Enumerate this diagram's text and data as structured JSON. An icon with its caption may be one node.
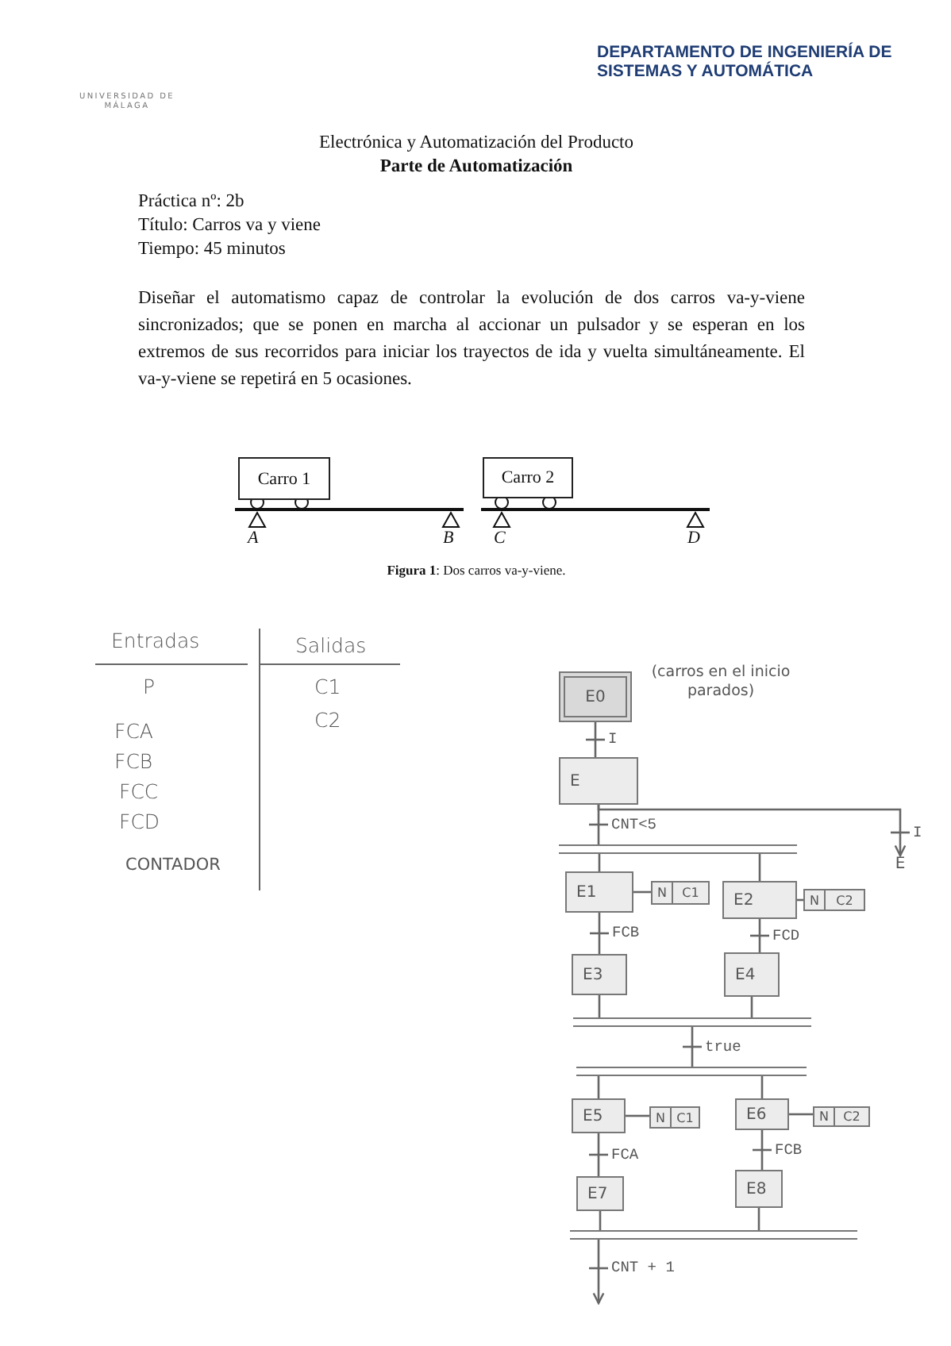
{
  "diagram": {
    "title": "Electrónica y Automatización del Producto",
    "nodes": [
      {
        "text": [
          "Carro 1"
        ]
      },
      {
        "text": [
          "Carro 2"
        ]
      },
      {
        "text": [
          "E0"
        ],
        "beside": [
          "(carros en el inicio parados)"
        ]
      },
      {
        "text": [
          "E"
        ]
      },
      {
        "text": [],
        "shape": "bar"
      },
      {
        "text": [
          "E"
        ]
      },
      {
        "text": [
          "E1"
        ]
      },
      {
        "text": [
          "N",
          "C1"
        ]
      },
      {
        "text": [
          "E2"
        ]
      },
      {
        "text": [
          "N",
          "C2"
        ]
      },
      {
        "text": [
          "E3"
        ]
      },
      {
        "text": [
          "E4"
        ]
      },
      {
        "text": [],
        "shape": "bar"
      },
      {
        "text": [],
        "shape": "bar"
      },
      {
        "text": [
          "E5"
        ]
      },
      {
        "text": [
          "N",
          "C1"
        ]
      },
      {
        "text": [
          "E6"
        ]
      },
      {
        "text": [
          "N",
          "C2"
        ]
      },
      {
        "text": [
          "E7"
        ]
      },
      {
        "text": [
          "E8"
        ]
      },
      {
        "text": [],
        "shape": "bar"
      }
    ],
    "edges": [
      {
        "from": 2,
        "to": 3,
        "arrow": "none",
        "label": "I"
      },
      {
        "from": 3,
        "to": 4,
        "arrow": "none",
        "label": "CNT<5"
      },
      {
        "from": 3,
        "to": 5,
        "arrow": "to",
        "label": "I"
      },
      {
        "from": 4,
        "to": 6,
        "arrow": "none"
      },
      {
        "from": 4,
        "to": 8,
        "arrow": "none"
      },
      {
        "from": 6,
        "to": 7,
        "arrow": "none"
      },
      {
        "from": 8,
        "to": 9,
        "arrow": "none"
      },
      {
        "from": 6,
        "to": 10,
        "arrow": "none",
        "label": "FCB"
      },
      {
        "from": 8,
        "to": 11,
        "arrow": "none",
        "label": "FCD"
      },
      {
        "from": 10,
        "to": 12,
        "arrow": "none"
      },
      {
        "from": 11,
        "to": 12,
        "arrow": "none"
      },
      {
        "from": 12,
        "to": 13,
        "arrow": "none",
        "label": "true"
      },
      {
        "from": 13,
        "to": 14,
        "arrow": "none"
      },
      {
        "from": 13,
        "to": 16,
        "arrow": "none"
      },
      {
        "from": 14,
        "to": 15,
        "arrow": "none"
      },
      {
        "from": 16,
        "to": 17,
        "arrow": "none"
      },
      {
        "from": 14,
        "to": 18,
        "arrow": "none",
        "label": "FCA"
      },
      {
        "from": 16,
        "to": 19,
        "arrow": "none",
        "label": "FCB"
      },
      {
        "from": 18,
        "to": 20,
        "arrow": "none"
      },
      {
        "from": 19,
        "to": 20,
        "arrow": "none"
      },
      {
        "from": 20,
        "to": null,
        "arrow": "to",
        "label": "CNT + 1"
      }
    ],
    "labels": [
      "UNIVERSIDAD DE MÁLAGA",
      "DEPARTAMENTO DE INGENIERÍA DE SISTEMAS Y AUTOMÁTICA",
      "Parte de Automatización",
      "Práctica nº: 2b",
      "Título: Carros va y viene",
      "Tiempo: 45 minutos",
      "Diseñar el automatismo capaz de controlar la evolución de dos carros va-y-viene sincronizados; que se ponen en marcha al accionar un pulsador y se esperan en los extremos de sus recorridos para iniciar los trayectos de ida y vuelta simultáneamente. El va-y-viene se repetirá en 5 ocasiones.",
      "A",
      "B",
      "C",
      "D",
      "**Figura 1**: Dos carros va-y-viene.",
      "Entradas",
      "Salidas",
      "P",
      "C1",
      "C2",
      "FCA",
      "FCB",
      "FCC",
      "FCD",
      "CONTADOR"
    ]
  }
}
